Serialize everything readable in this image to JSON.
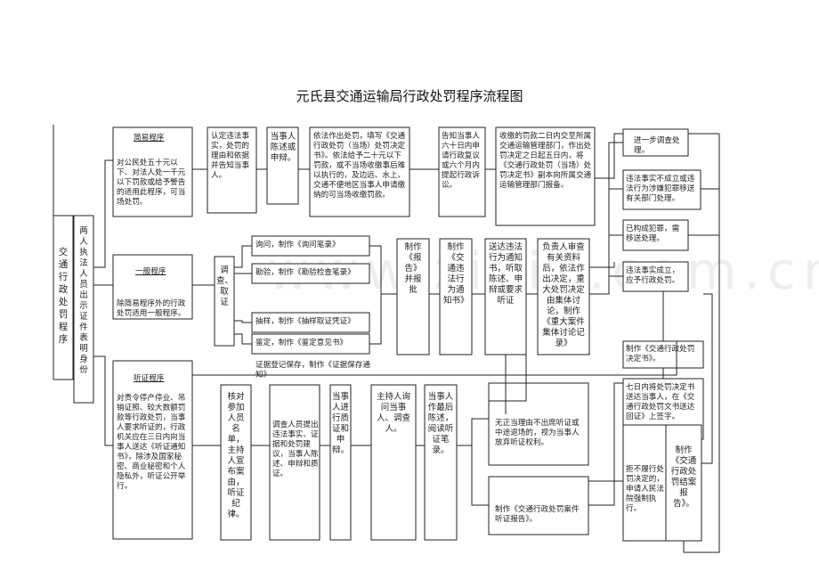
{
  "title": "元氏县交通运输局行政处罚程序流程图",
  "watermark": "www.zixin.com.cn",
  "nodes": {
    "left_main": "交通行政处罚程序",
    "left_side": "两人执法人员出示证件表明身份",
    "simple_title": "简易程序",
    "simple_body": "对公民处五十元以下、对法人处一千元以下罚款或给予警告的适用此程序，可当场处罚。",
    "confirm_facts": "认定违法事实，处罚的理由和依据并告知当事人。",
    "party_statement": "当事人陈述或申辩。",
    "onsite_penalty": "依法作出处罚，填写《交通行政处罚（当场）处罚决定书》。依法给予二十元以下罚款，或不当场收缴事后难以执行的，及边远、水上、交通不便地区当事人申请缴纳的可当场收缴罚款。",
    "notify_party": "告知当事人六十日内申请行政复议或六个月内提起行政诉讼。",
    "within_two_days": "收缴的罚款二日内交至所属交通运输管理部门，作出处罚决定之日起五日内，将《交通行政处罚（当场）处罚决定书》副本向所属交通运输管理部门报备。",
    "general_title": "一般程序",
    "general_body": "除简易程序外的行政处罚适用一般程序。",
    "investigation": "调查、取证",
    "inquiry": "询问，制作《询问笔录》",
    "inspection": "勘验，制作《勘验检查笔录》",
    "sampling": "抽样，制作《抽样取证凭证》",
    "appraisal": "鉴定，制作《鉴定意见书》",
    "evidence_preserve": "证据登记保存，制作《证据保存通知》",
    "report": "制作《报告》并报批",
    "notice": "制作《交通违法行为通知书》",
    "listen": "送达违法行为通知书，听取陈述、申辩或要求听证",
    "case_review": "负责人审查有关资料后，依法作出决定，重大处罚决定由集体讨论，制作《重大案件集体讨论记录》",
    "further_investigation": "进一步调查处理。",
    "transfer": "违法事实不成立或违法行为涉嫌犯罪移送有关部门处理。",
    "minor": "已构成犯罪，需移送处理。",
    "established": "违法事实成立，应予行政处罚。",
    "penalty_decision": "制作《交通行政处罚决定书》。",
    "delivery_7days": "七日内将处罚决定书送达当事人，在《交通行政处罚文书送达回证》上签字。",
    "hearing_title": "听证程序",
    "hearing_body": "对责令停产停业、吊销证照、较大数额罚款等行政处罚，当事人要求听证的，行政机关应在三日内向当事人送达《听证通知书》，除涉及国家秘密、商业秘密和个人隐私外，听证公开举行。",
    "verify_attendance": "核对参加人员名单，主持人宣布案由，听证纪律。",
    "investigator_present": "调查人员提出违法事实、证据和处罚建议，当事人陈述、申辩和质证。",
    "party_debate": "当事人进行质证和申辩。",
    "host_question": "主持人询问当事人、调查人。",
    "final_statement": "当事人作最后陈述，阅读听证笔录。",
    "not_accepted": "无正当理由不出席听证或中途退场的，视为当事人放弃听证权利。",
    "hearing_report": "制作《交通行政处罚案件听证报告》。",
    "enforce": "拒不履行处罚决定的，申请人民法院强制执行。",
    "closing": "制作《交通行政处罚结案报告》。"
  }
}
